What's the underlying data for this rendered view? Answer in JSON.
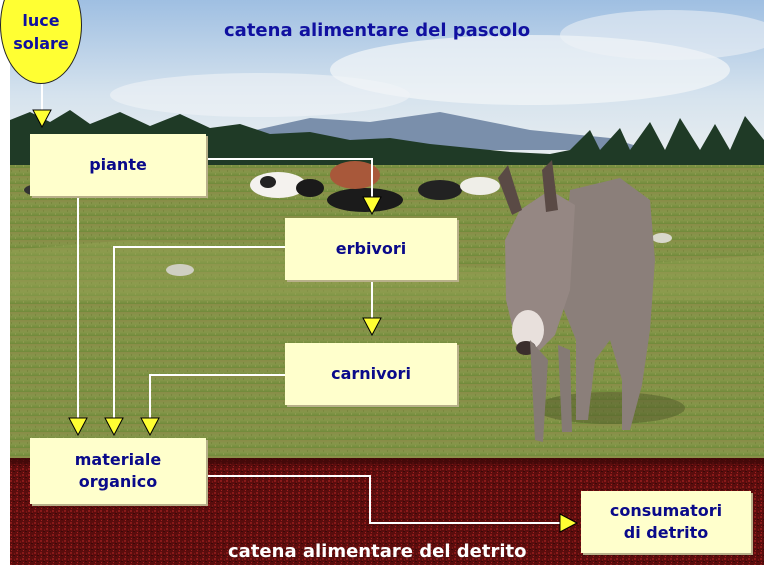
{
  "titles": {
    "top": "catena alimentare del pascolo",
    "bottom": "catena alimentare del detrito"
  },
  "nodes": {
    "sun": "luce\nsolare",
    "piante": "piante",
    "erbivori": "erbivori",
    "carnivori": "carnivori",
    "materiale": "materiale\norganico",
    "consumatori": "consumatori\ndi detrito"
  },
  "colors": {
    "sky": "#c8dcf0",
    "grass": "#8a9a4a",
    "soil": "#6a1010",
    "box": "#ffffcc",
    "box_text": "#0a0a8a",
    "sun": "#ffff33",
    "arrowhead": "#ffff33",
    "connector": "#ffffff",
    "top_title": "#1010a0",
    "bottom_title": "#ffffff"
  },
  "icons": [
    "arrow-head-down-icon",
    "arrow-head-right-icon"
  ]
}
